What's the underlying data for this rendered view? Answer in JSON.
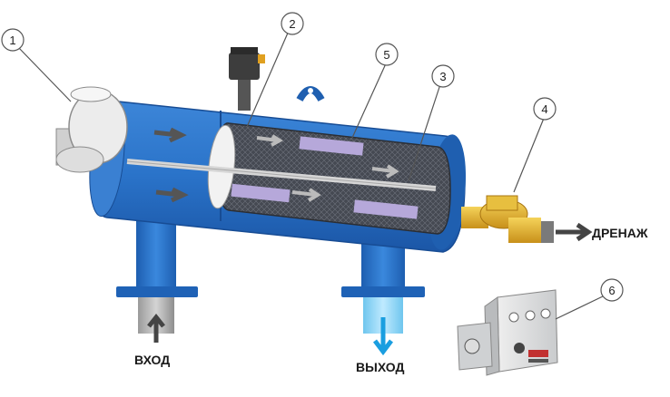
{
  "labels": {
    "inlet": "ВХОД",
    "outlet": "ВЫХОД",
    "drain": "ДРЕНАЖ"
  },
  "callouts": [
    "1",
    "2",
    "3",
    "4",
    "5",
    "6"
  ],
  "colors": {
    "body": "#2a73c9",
    "body_dark": "#1b56a6",
    "screen": "#4a4f59",
    "valve": "#e2b22a",
    "cabinet": "#d8dadc",
    "motor": "#e6e6e6"
  }
}
